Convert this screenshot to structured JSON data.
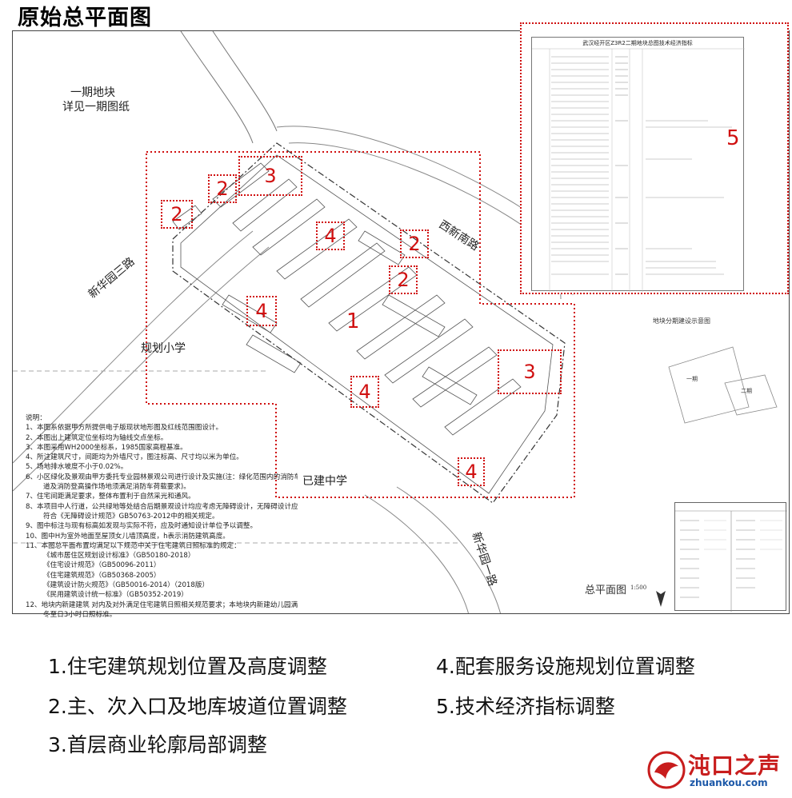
{
  "page_title": "原始总平面图",
  "plan": {
    "label_block1": "一期地块",
    "label_block1_sub": "详见一期图纸",
    "road_xhy3": "新华园三路",
    "road_xhy1": "新华园一路",
    "road_west": "西新南路",
    "school_planned": "规划小学",
    "school_built": "已建中学",
    "plan_caption": "总平面图",
    "plan_scale": "1:500",
    "partition_caption": "地块分期建设示意图",
    "phase1": "一期",
    "phase2": "二期"
  },
  "zones": [
    {
      "num": "1"
    },
    {
      "num": "2"
    },
    {
      "num": "2"
    },
    {
      "num": "2"
    },
    {
      "num": "2"
    },
    {
      "num": "3"
    },
    {
      "num": "3"
    },
    {
      "num": "4"
    },
    {
      "num": "4"
    },
    {
      "num": "4"
    },
    {
      "num": "4"
    },
    {
      "num": "5"
    }
  ],
  "tech_table": {
    "title": "武汉经开区Z3R2二期地块总图技术经济指标"
  },
  "notes": [
    "说明：",
    "1、本图系依据甲方所提供电子版现状地形图及红线范围图设计。",
    "2、本图出上建筑定位坐标均为轴线交点坐标。",
    "3、本图采用WH2000坐标系，1985国家高程基准。",
    "4、所注建筑尺寸，间距均为外墙尺寸，图注标高、尺寸均以米为单位。",
    "5、场地排水坡度不小于0.02%。",
    "6、小区绿化及景观由甲方委托专业园林景观公司进行设计及实施(注：绿化范围内的消防车",
    "道及消防登高操作场地须满足消防车荷载要求)。",
    "7、住宅间距满足要求，整体布置利于自然采光和通风。",
    "8、本项目中人行道，公共绿地等处结合后期景观设计均应考虑无障碍设计，无障碍设计应",
    "符合《无障碍设计规范》GB50763-2012中的相关规定。",
    "9、图中标注与现有标高如发现与实际不符，应及时通知设计单位予以调整。",
    "10、图中H为室外地面至屋顶女儿墙顶高度，h表示消防建筑高度。",
    "11、本图总平面布置均满足以下规范中关于住宅建筑日照标准的规定：",
    "《城市居住区规划设计标准》（GB50180-2018）",
    "《住宅设计规范》（GB50096-2011）",
    "《住宅建筑规范》（GB50368-2005）",
    "《建筑设计防火规范》（GB50016-2014）（2018版）",
    "《民用建筑设计统一标准》（GB50352-2019）",
    "12、地块内新建建筑 对内及对外满足住宅建筑日照相关规范要求；本地块内新建幼儿园满足",
    "冬至日3小时日照标准。"
  ],
  "captions": [
    "1.住宅建筑规划位置及高度调整",
    "2.主、次入口及地库坡道位置调整",
    "3.首层商业轮廓局部调整",
    "4.配套服务设施规划位置调整",
    "5.技术经济指标调整"
  ],
  "watermark": {
    "name": "沌口之声",
    "url": "zhuankou.com"
  },
  "colors": {
    "annotation_red": "#d01010",
    "watermark_red": "#c81d1d",
    "watermark_blue": "#1c58a8"
  }
}
